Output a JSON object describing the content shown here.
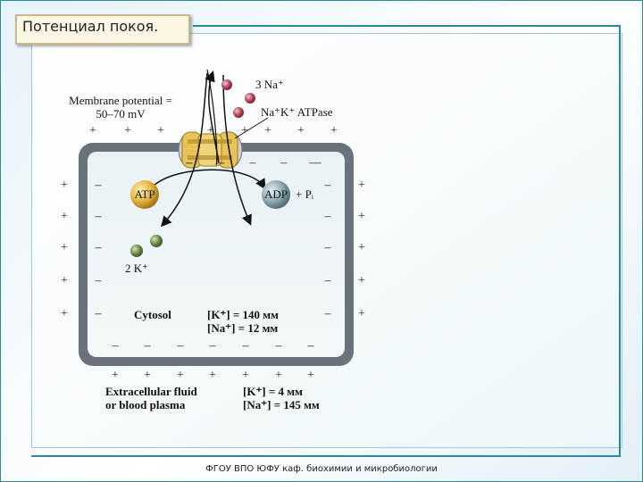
{
  "title": "Потенциал покоя.",
  "footer": "ФГОУ ВПО ЮФУ  каф. биохимии и микробиологии",
  "diagram": {
    "membrane_potential_line1": "Membrane potential =",
    "membrane_potential_line2": "50–70 mV",
    "na_out": "3 Na⁺",
    "atpase": "Na⁺K⁺ ATPase",
    "atp": "ATP",
    "adp": "ADP",
    "pi": "+ Pᵢ",
    "k_in": "2 K⁺",
    "cytosol": "Cytosol",
    "cytosol_k": "[K⁺] = 140 мм",
    "cytosol_na": "[Na⁺] = 12 мм",
    "extracellular_line1": "Extracellular fluid",
    "extracellular_line2": "or blood plasma",
    "extra_k": "[K⁺] = 4 мм",
    "extra_na": "[Na⁺] = 145 мм",
    "plus": "+",
    "minus": "–"
  }
}
